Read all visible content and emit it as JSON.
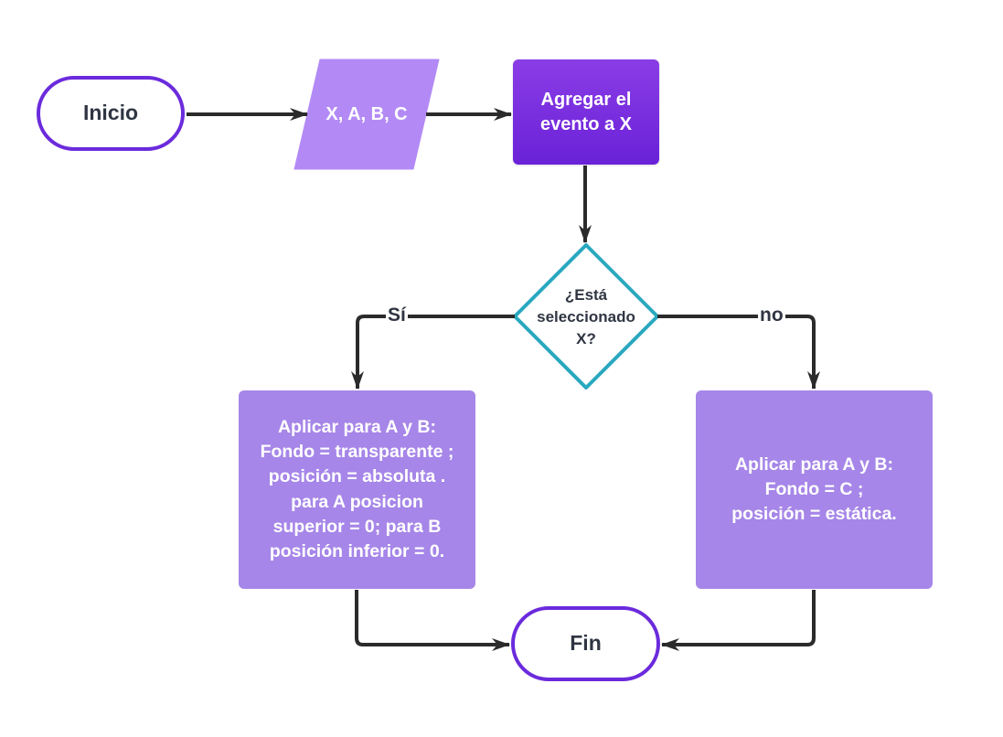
{
  "diagram": {
    "start_label": "Inicio",
    "input_label": "X, A, B, C",
    "process_label": "Agregar el\nevento a X",
    "decision_label": "¿Está\nseleccionado\nX?",
    "branch_yes": "Sí",
    "branch_no": "no",
    "yes_action": "Aplicar para A y B:\nFondo = transparente ;\nposición = absoluta .\npara A posicion\nsuperior = 0;  para B\nposición inferior = 0.",
    "no_action": "Aplicar para A y B:\nFondo = C ;\nposición = estática.",
    "end_label": "Fin"
  },
  "colors": {
    "terminal_border": "#6b2bdc",
    "input_fill": "#b38af5",
    "process_fill": "#7b2fe0",
    "decision_border": "#29a8bf",
    "action_fill": "#a686e8",
    "connector": "#2b2b2b",
    "text_dark": "#2f3542",
    "text_light": "#ffffff"
  }
}
